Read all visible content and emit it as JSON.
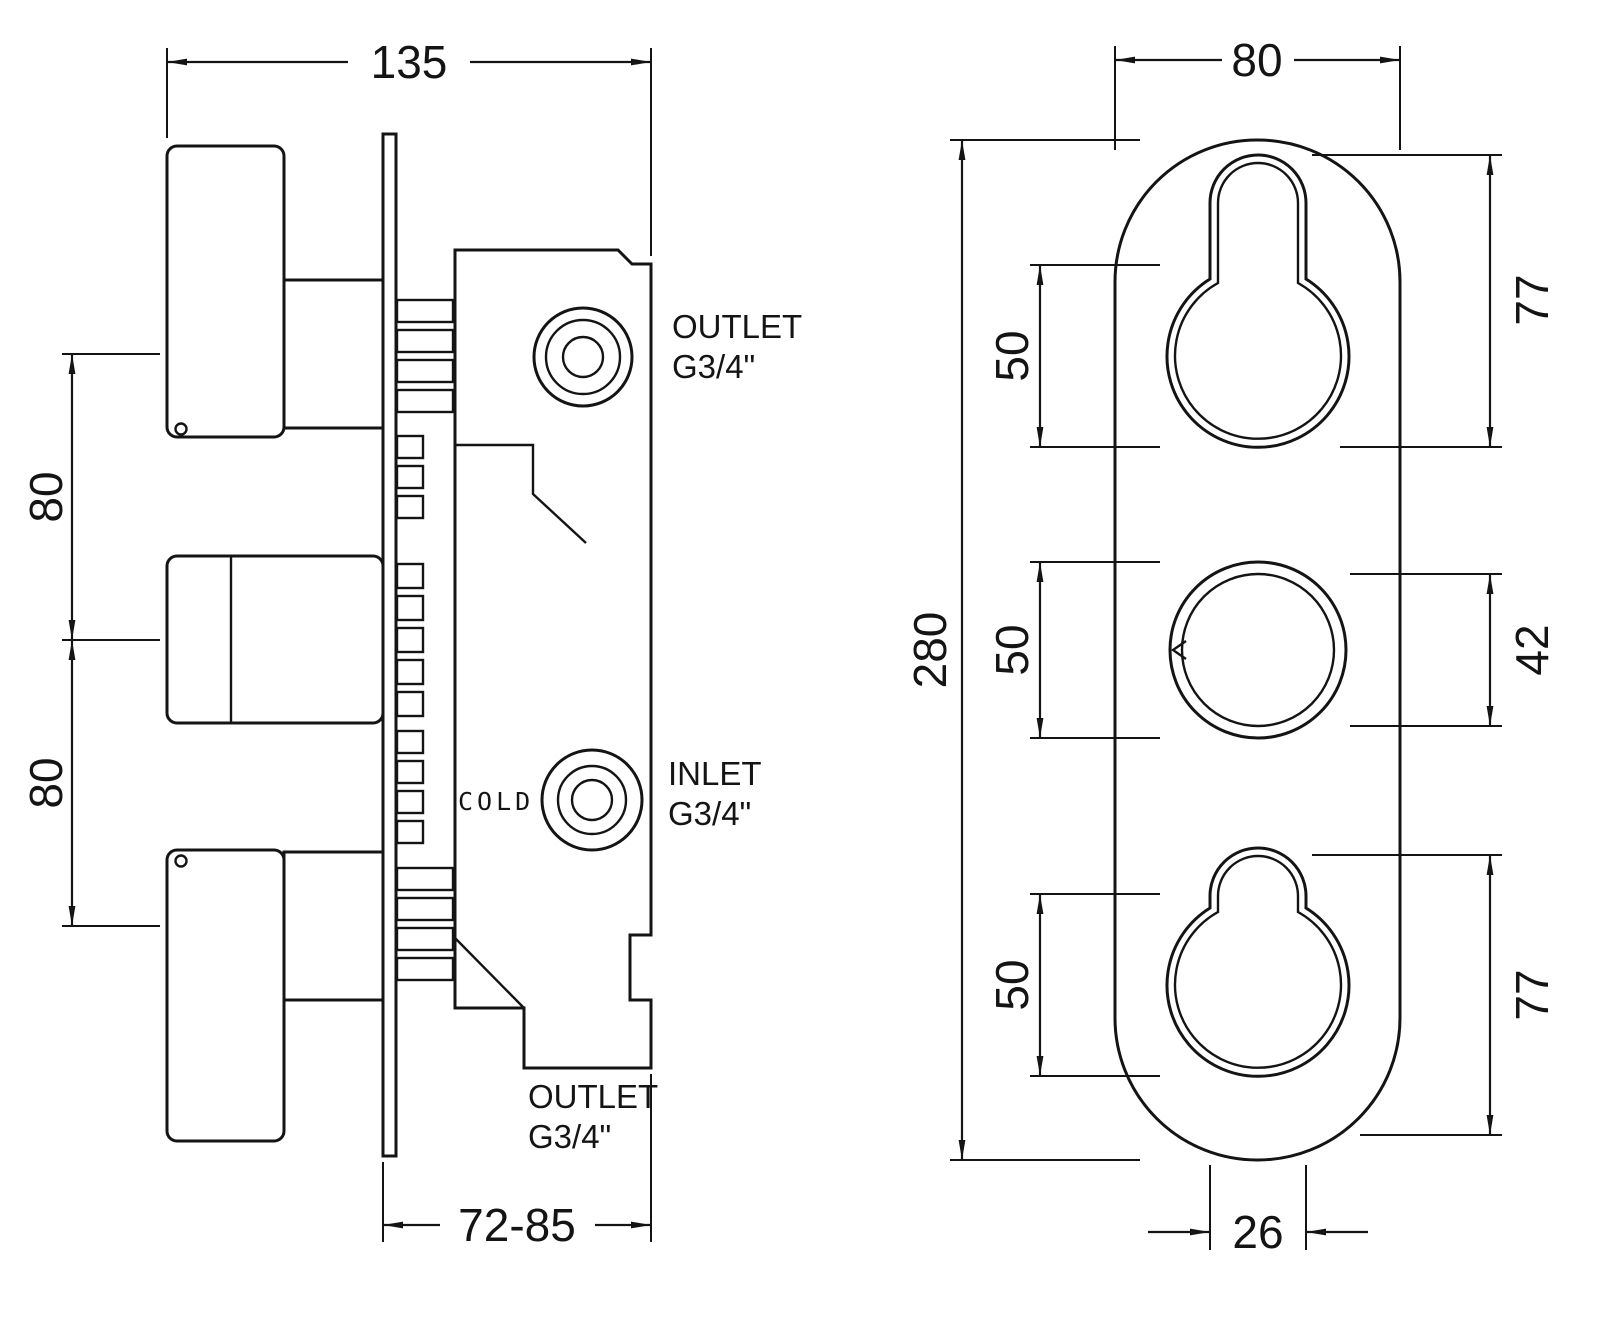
{
  "side_view": {
    "cold_marking": "COLD",
    "labels": {
      "outlet_top": {
        "line1": "OUTLET",
        "line2": "G3/4\""
      },
      "inlet": {
        "line1": "INLET",
        "line2": "G3/4\""
      },
      "outlet_bottom": {
        "line1": "OUTLET",
        "line2": "G3/4\""
      }
    },
    "dimensions": {
      "overall_width": "135",
      "spacing_upper": "80",
      "spacing_lower": "80",
      "depth_range": "72-85"
    }
  },
  "front_view": {
    "dimensions": {
      "plate_width": "80",
      "plate_height": "280",
      "top_section": "77",
      "middle_section": "42",
      "bottom_section": "77",
      "knob_top_diameter": "50",
      "knob_middle_diameter": "50",
      "knob_bottom_diameter": "50",
      "stem_width": "26"
    }
  }
}
